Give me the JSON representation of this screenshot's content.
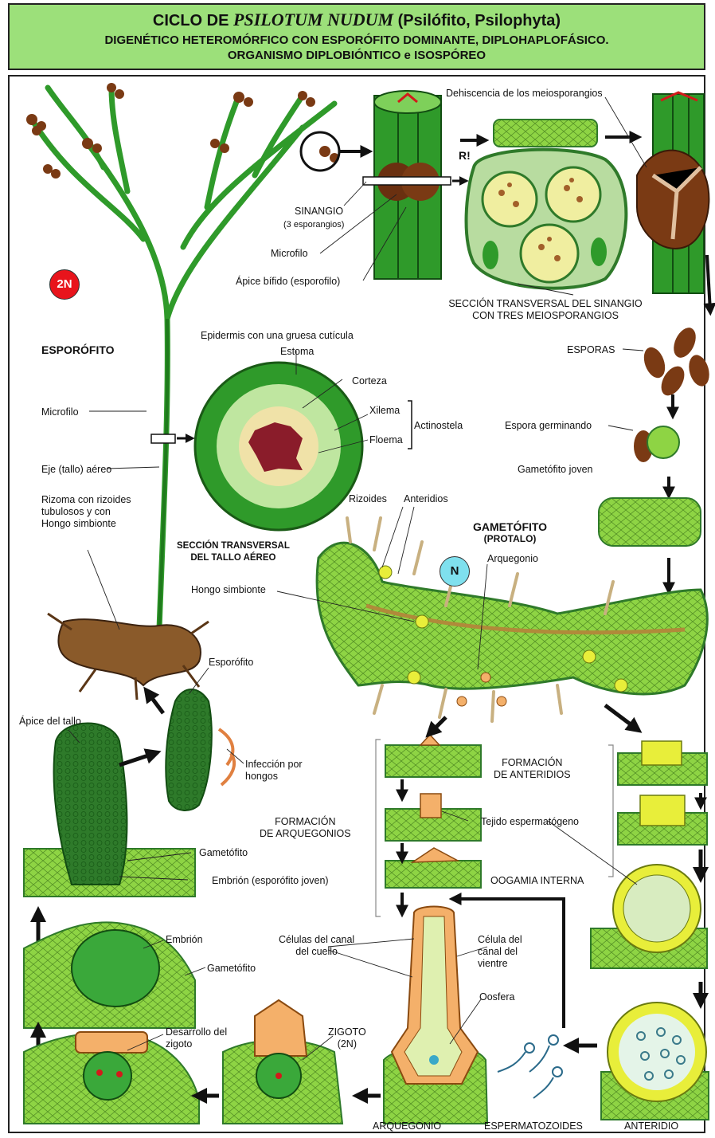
{
  "header": {
    "title_prefix": "CICLO DE ",
    "title_species": "PSILOTUM NUDUM",
    "title_suffix": " (Psilófito, Psilophyta)",
    "line2": "DIGENÉTICO HETEROMÓRFICO CON ESPORÓFITO DOMINANTE, DIPLOHAPLOFÁSICO.",
    "line3": "ORGANISMO DIPLOBIÓNTICO e ISOSPÓREO"
  },
  "ploidy": {
    "diploid": "2N",
    "haploid": "N"
  },
  "colors": {
    "diploid_badge": "#e8141c",
    "haploid_badge": "#7fe0ee",
    "header_bg": "#9ce07a",
    "stem_green": "#2f9a2a",
    "tissue_green": "#8ed444",
    "sporangium_brown": "#7a3a14",
    "archegonium_orange": "#f4b06a",
    "antheridium_yellow": "#e8ee3a"
  },
  "labels": {
    "dehiscencia": "Dehiscencia de los meiosporangios",
    "r_mark": "R!",
    "sinangio": "SINANGIO",
    "tres_esporangios": "(3 esporangios)",
    "microfilo_top": "Microfilo",
    "apice_bifido": "Ápice bífido (esporofilo)",
    "seccion_sinangio_1": "SECCIÓN TRANSVERSAL DEL SINANGIO",
    "seccion_sinangio_2": "CON TRES MEIOSPORANGIOS",
    "esporofito_title": "ESPORÓFITO",
    "epidermis": "Epidermis con una gruesa cutícula",
    "estoma": "Estoma",
    "corteza": "Corteza",
    "xilema": "Xilema",
    "floema": "Floema",
    "actinostela": "Actinostela",
    "microfilo_mid": "Microfilo",
    "eje_aereo": "Eje (tallo) aéreo",
    "rizoma_1": "Rizoma con rizoides",
    "rizoma_2": "tubulosos y con",
    "rizoma_3": "Hongo simbionte",
    "seccion_tallo_1": "SECCIÓN TRANSVERSAL",
    "seccion_tallo_2": "DEL TALLO AÉREO",
    "esporas": "ESPORAS",
    "espora_germinando": "Espora germinando",
    "gametofito_joven": "Gametófito joven",
    "rizoides": "Rizoides",
    "anteridios": "Anteridios",
    "gametofito_title": "GAMETÓFITO",
    "protalo": "(PROTALO)",
    "arquegonio_small": "Arquegonio",
    "hongo_simbionte": "Hongo simbionte",
    "esporofito_small": "Esporófito",
    "apice_tallo": "Ápice del tallo",
    "infeccion_1": "Infección por",
    "infeccion_2": "hongos",
    "formacion_anteridios_1": "FORMACIÓN",
    "formacion_anteridios_2": "DE ANTERIDIOS",
    "formacion_arquegonios_1": "FORMACIÓN",
    "formacion_arquegonios_2": "DE ARQUEGONIOS",
    "tejido_espermatogeno": "Tejido espermatógeno",
    "gametofito_embryo": "Gametófito",
    "embrion_joven": "Embrión (esporófito joven)",
    "oogamia": "OOGAMIA INTERNA",
    "embrion": "Embrión",
    "gametofito_low": "Gametófito",
    "celulas_canal_1": "Células del canal",
    "celulas_canal_2": "del cuello",
    "celula_vientre_1": "Célula del",
    "celula_vientre_2": "canal del",
    "celula_vientre_3": "vientre",
    "oosfera": "Oosfera",
    "desarrollo_1": "Desarrollo del",
    "desarrollo_2": "zigoto",
    "zigoto_1": "ZIGOTO",
    "zigoto_2": "(2N)",
    "arquegonio": "ARQUEGONIO",
    "espermatozoides": "ESPERMATOZOIDES",
    "anteridio": "ANTERIDIO"
  }
}
